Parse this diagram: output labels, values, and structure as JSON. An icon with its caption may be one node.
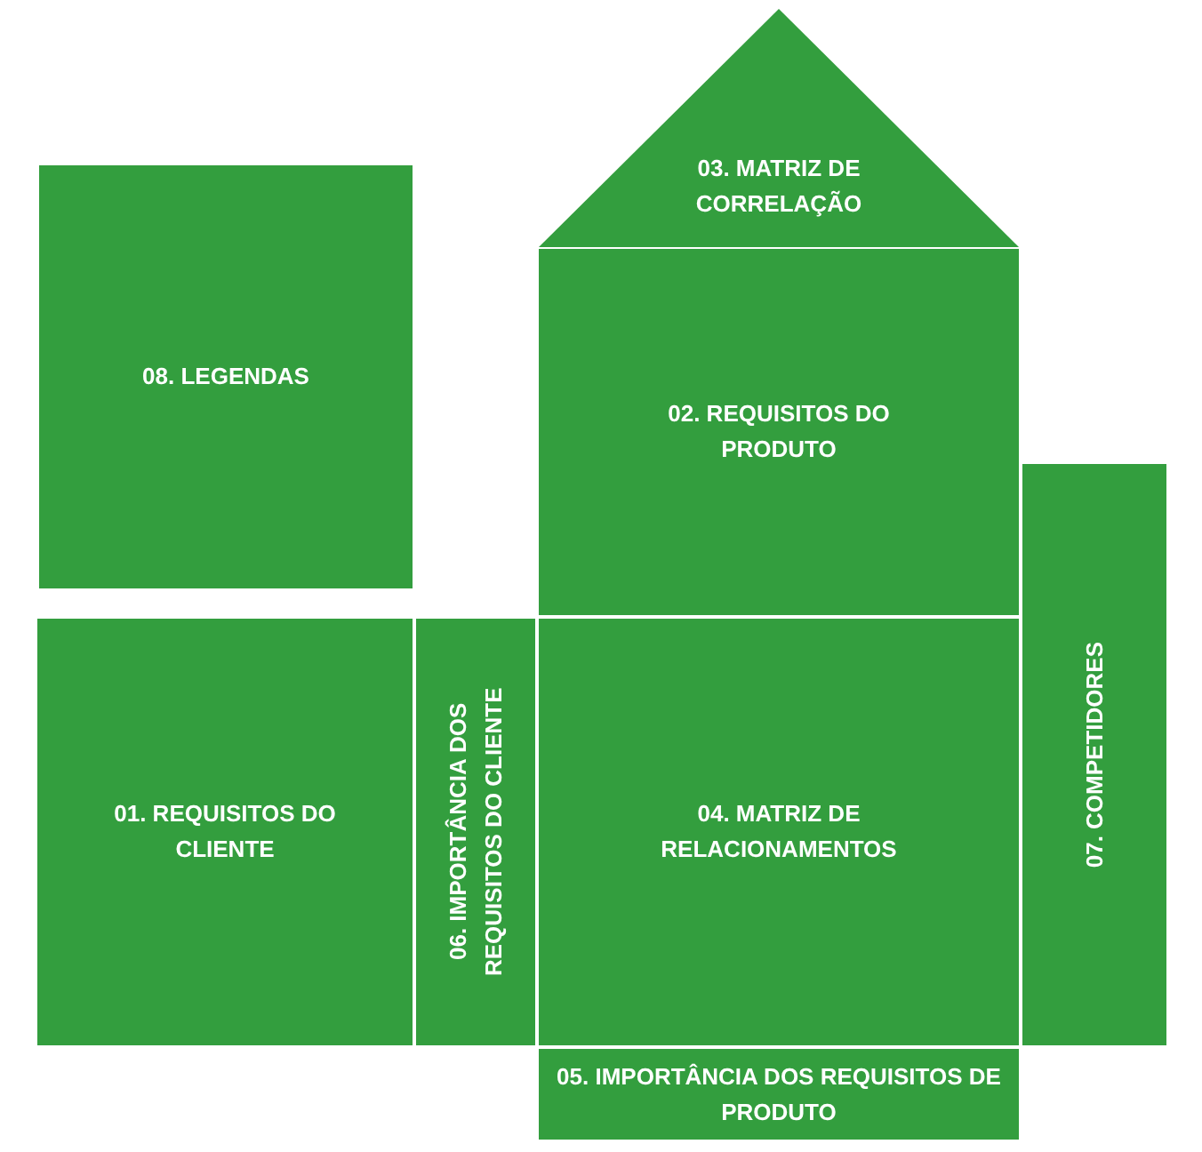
{
  "diagram": {
    "nodes": [
      {
        "text": [
          "03. MATRIZ DE CORRELAÇÃO"
        ]
      },
      {
        "text": [
          "08. LEGENDAS"
        ]
      },
      {
        "text": [
          "02. REQUISITOS DO PRODUTO"
        ]
      },
      {
        "text": [
          "07. COMPETIDORES"
        ]
      },
      {
        "text": [
          "01. REQUISITOS DO CLIENTE"
        ]
      },
      {
        "text": [
          "06. IMPORTÂNCIA DOS REQUISITOS DO CLIENTE"
        ]
      },
      {
        "text": [
          "04. MATRIZ DE RELACIONAMENTOS"
        ]
      },
      {
        "text": [
          "05. IMPORTÂNCIA DOS REQUISITOS DE PRODUTO"
        ]
      }
    ]
  }
}
